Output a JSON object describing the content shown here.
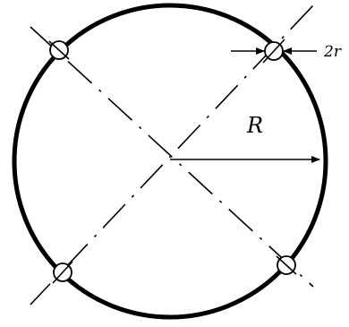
{
  "labels": {
    "radius": "R",
    "hole_diameter": "2r"
  },
  "colors": {
    "stroke": "#000000",
    "background": "#ffffff"
  },
  "icons": {
    "dimension_arrow": "arrowhead"
  }
}
